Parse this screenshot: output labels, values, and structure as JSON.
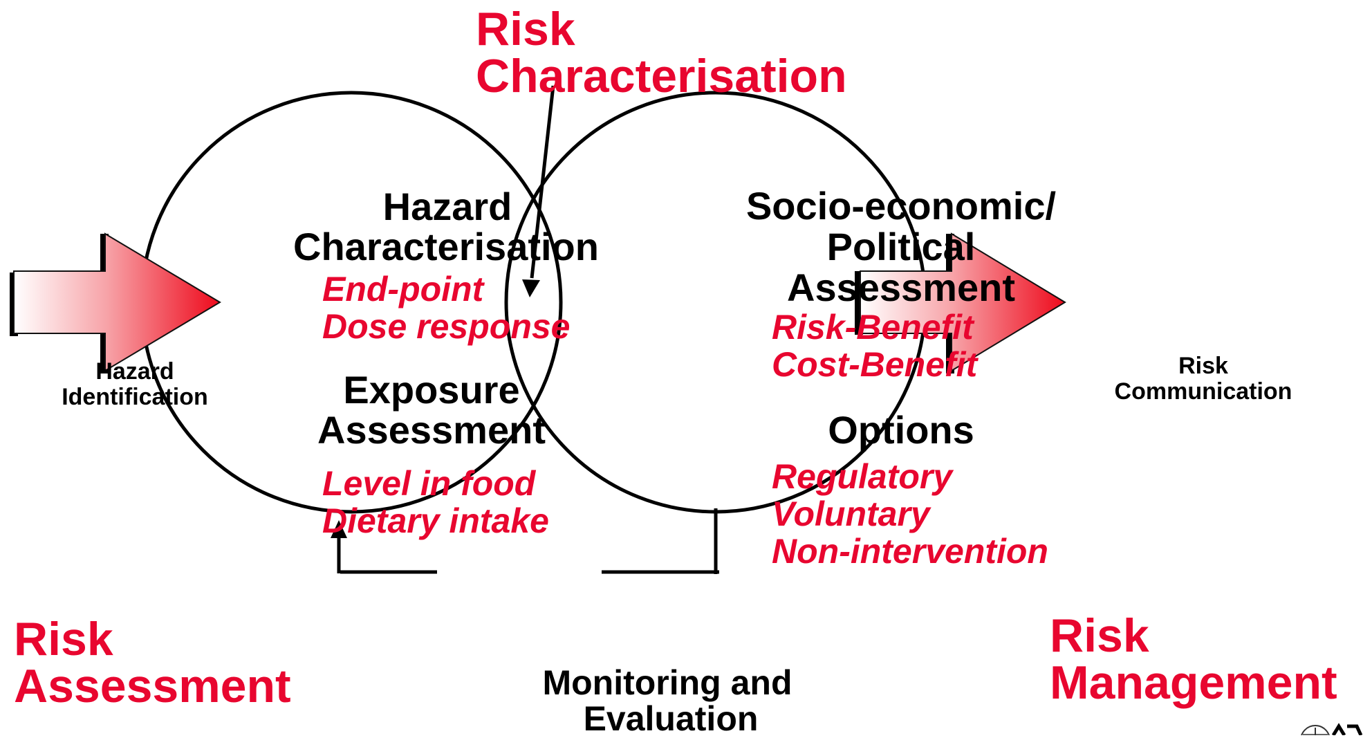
{
  "top_label": {
    "line1": "Risk",
    "line2": "Characterisation"
  },
  "left_corner": {
    "line1": "Risk",
    "line2": "Assessment"
  },
  "right_corner": {
    "line1": "Risk",
    "line2": "Management"
  },
  "left_arrow": {
    "line1": "Hazard",
    "line2": "Identification"
  },
  "right_arrow": {
    "line1": "Risk",
    "line2": "Communication"
  },
  "left_circle": {
    "section1": {
      "heading1": "Hazard",
      "heading2": "Characterisation",
      "items": [
        "End-point",
        "Dose response"
      ]
    },
    "section2": {
      "heading1": "Exposure",
      "heading2": "Assessment",
      "items": [
        "Level in food",
        "Dietary intake"
      ]
    }
  },
  "right_circle": {
    "section1": {
      "heading1": "Socio-economic/",
      "heading2": "Political",
      "heading3": "Assessment",
      "items": [
        "Risk-Benefit",
        "Cost-Benefit"
      ]
    },
    "section2": {
      "heading": "Options",
      "items": [
        "Regulatory",
        "Voluntary",
        "Non-intervention"
      ]
    }
  },
  "feedback": {
    "line1": "Monitoring and",
    "line2": "Evaluation"
  },
  "colors": {
    "accent_red": "#e8062f",
    "outline": "#000000"
  }
}
